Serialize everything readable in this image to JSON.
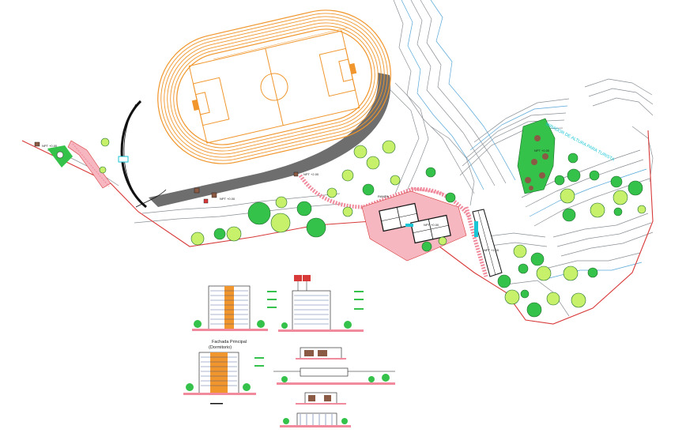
{
  "labels": {
    "mirador": "MIRADOR DE ALTURA PARA TURISTA",
    "fachada_title": "Fachada Principal",
    "fachada_sub": "(Dormitorio)",
    "lvl_left": "NPT +0.00",
    "lvl_stadium": "NPT +0.00",
    "lvl_mid": "NPT +2.00",
    "lvl_courts": "NPT +0.00",
    "lvl_forest": "NPT +0.00",
    "lvl_path": "NPT +1.00",
    "rampa": "RAMPA"
  },
  "colors": {
    "track": "#f0962c",
    "path": "#f08a9c",
    "paver": "#f6b7c1",
    "contour": "#8a8f94",
    "contour_blue": "#56a6d8",
    "boundary": "#d83a3a",
    "tree": "#35c24a",
    "tree_light": "#c7f06b",
    "cyan_text": "#19c6d6"
  }
}
